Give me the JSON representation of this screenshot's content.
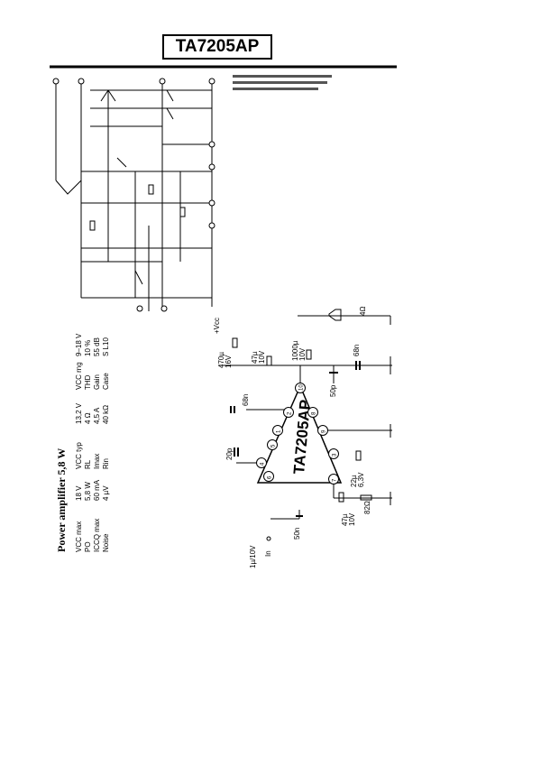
{
  "title": "TA7205AP",
  "specs": {
    "heading": "Power amplifier  5,8 W",
    "rows": [
      [
        "VCC max",
        "18 V",
        "VCC typ",
        "13,2 V",
        "VCC rng",
        "9–18 V"
      ],
      [
        "PO",
        "5,8 W",
        "RL",
        "4 Ω",
        "THD",
        "10 %"
      ],
      [
        "ICCQ max",
        "60 mA",
        "Imax",
        "4,5 A",
        "Gain",
        "55 dB"
      ],
      [
        "Noise",
        "4 µV",
        "Rin",
        "40 kΩ",
        "Case",
        "S L10"
      ]
    ]
  },
  "circuit": {
    "chip_label": "TA7205AP",
    "pins": [
      "10",
      "2",
      "8",
      "1",
      "9",
      "5",
      "3",
      "4",
      "6",
      "7"
    ],
    "labels": {
      "vcc": "+Vcc",
      "c_supply": "470µ 16V",
      "c47": "47µ 10V",
      "c1000": "1000µ 10V",
      "c50p": "50p",
      "c68r": "68n",
      "c68n": "68n",
      "c20p": "20p",
      "c22": "22µ 6,3V",
      "c1u": "1µ/10V",
      "c50n": "50n",
      "c47b": "47µ 10V",
      "r82": "82Ω",
      "speaker": "4Ω",
      "input": "In"
    }
  }
}
